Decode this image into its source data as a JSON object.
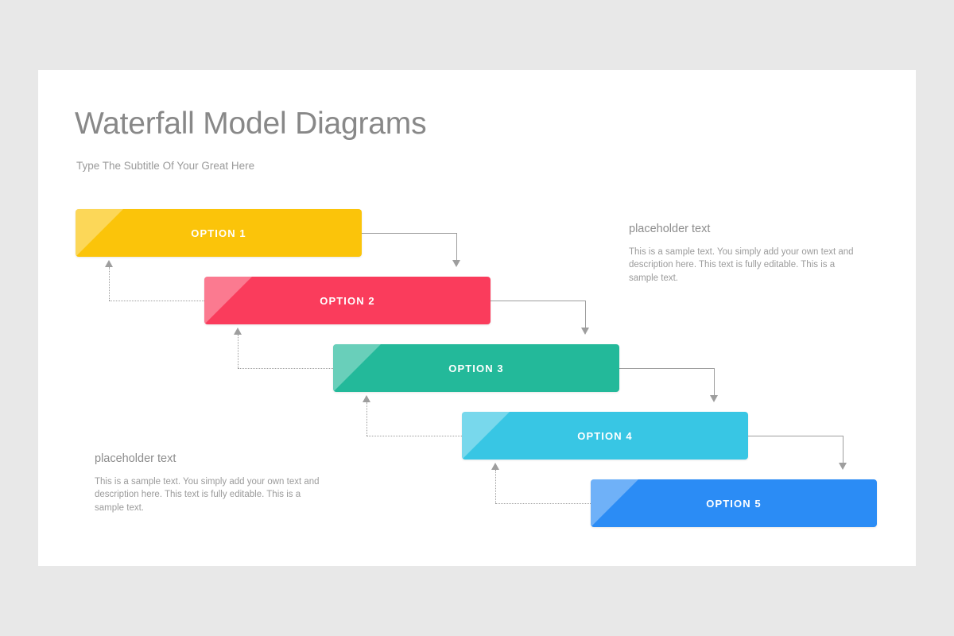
{
  "canvas": {
    "background": "#e8e8e8",
    "slide_background": "#ffffff"
  },
  "header": {
    "title": "Waterfall Model Diagrams",
    "subtitle": "Type The Subtitle Of Your Great Here",
    "title_color": "#888888",
    "subtitle_color": "#9a9a9a"
  },
  "diagram": {
    "type": "waterfall",
    "connector_color": "#9e9e9e",
    "steps": [
      {
        "label": "OPTION 1",
        "color": "#fbc40a",
        "highlight": "#ffd850"
      },
      {
        "label": "OPTION 2",
        "color": "#fa3c5c",
        "highlight": "#fd7c90"
      },
      {
        "label": "OPTION 3",
        "color": "#23b99a",
        "highlight": "#7fd7c4"
      },
      {
        "label": "OPTION 4",
        "color": "#38c6e4",
        "highlight": "#8fdef0"
      },
      {
        "label": "OPTION 5",
        "color": "#2b8cf5",
        "highlight": "#85bcfa"
      }
    ]
  },
  "notes": [
    {
      "title": "placeholder text",
      "body": "This is a sample text. You simply add your own text and description here. This text is fully editable. This is a sample text."
    },
    {
      "title": "placeholder text",
      "body": "This is a sample text. You simply add your own text and description here. This text is fully editable. This is a sample text."
    }
  ]
}
